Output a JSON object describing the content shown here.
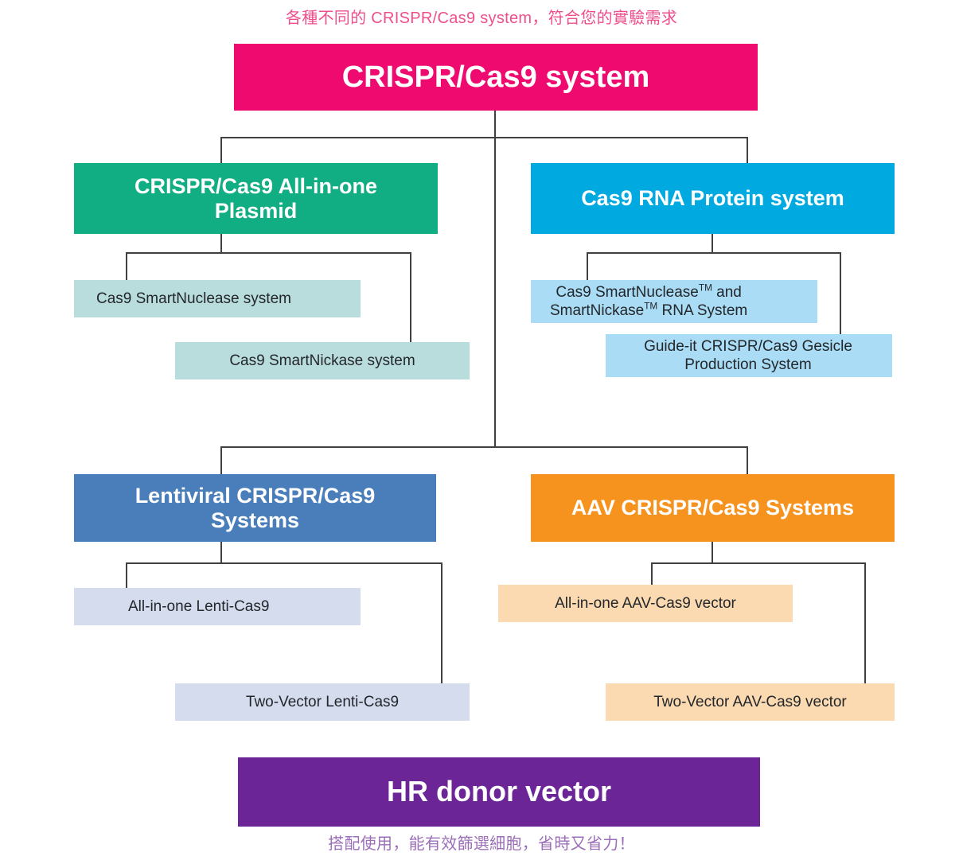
{
  "captions": {
    "top": "各種不同的 CRISPR/Cas9 system，符合您的實驗需求",
    "bottom": "搭配使用，能有效篩選細胞，省時又省力！"
  },
  "colors": {
    "root_pink": "#ee0a6e",
    "green": "#12ae83",
    "cyan": "#00a9e0",
    "blue": "#4a7ebb",
    "orange": "#f6921e",
    "purple": "#6b2597",
    "leaf_teal": "#b9dcdc",
    "leaf_cyan": "#aadcf5",
    "leaf_lavender": "#d5dcee",
    "leaf_peach": "#fbd9b1",
    "line": "#404040",
    "caption_top": "#ee4e8c",
    "caption_bottom": "#9b6fb8"
  },
  "nodes": {
    "root": {
      "label": "CRISPR/Cas9 system"
    },
    "branch_plasmid": {
      "label": "CRISPR/Cas9 All-in-one Plasmid"
    },
    "branch_rna": {
      "label": "Cas9 RNA Protein system"
    },
    "branch_lenti": {
      "label": "Lentiviral CRISPR/Cas9 Systems"
    },
    "branch_aav": {
      "label": "AAV CRISPR/Cas9 Systems"
    },
    "donor": {
      "label": "HR donor vector"
    },
    "plasmid_leaf_1": {
      "label": "Cas9 SmartNuclease system"
    },
    "plasmid_leaf_2": {
      "label": "Cas9 SmartNickase system"
    },
    "rna_leaf_1": {
      "line1_a": "Cas9 SmartNuclease",
      "line1_tm": "TM",
      "line1_b": " and",
      "line2_a": "SmartNickase",
      "line2_tm": "TM",
      "line2_b": " RNA System"
    },
    "rna_leaf_2": {
      "label": "Guide-it CRISPR/Cas9 Gesicle Production System"
    },
    "lenti_leaf_1": {
      "label": "All-in-one Lenti-Cas9"
    },
    "lenti_leaf_2": {
      "label": "Two-Vector Lenti-Cas9"
    },
    "aav_leaf_1": {
      "label": "All-in-one AAV-Cas9 vector"
    },
    "aav_leaf_2": {
      "label": "Two-Vector AAV-Cas9 vector"
    }
  }
}
